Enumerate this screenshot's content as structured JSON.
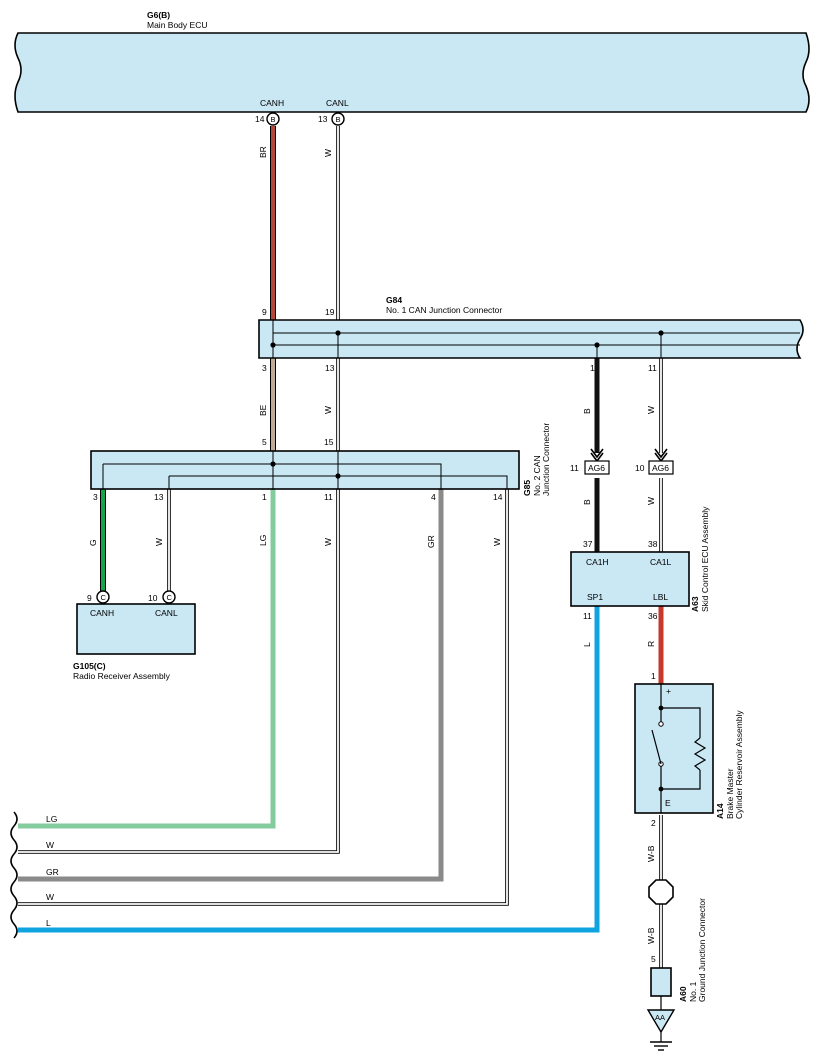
{
  "components": {
    "g6": {
      "code": "G6(B)",
      "name": "Main Body ECU",
      "pins": [
        {
          "num": "14",
          "sig": "CANH",
          "conn": "B"
        },
        {
          "num": "13",
          "sig": "CANL",
          "conn": "B"
        }
      ]
    },
    "g84": {
      "code": "G84",
      "name": "No. 1 CAN Junction Connector",
      "pins_top": [
        "9",
        "19"
      ],
      "pins_bottom": [
        "3",
        "13",
        "1",
        "11"
      ]
    },
    "g85": {
      "code": "G85",
      "name_line1": "No. 2 CAN",
      "name_line2": "Junction Connector",
      "pins_top": [
        "5",
        "15"
      ],
      "pins_bottom": [
        "3",
        "13",
        "1",
        "11",
        "4",
        "14"
      ]
    },
    "g105": {
      "code": "G105(C)",
      "name": "Radio Receiver Assembly",
      "pins": [
        {
          "num": "9",
          "sig": "CANH",
          "conn": "C"
        },
        {
          "num": "10",
          "sig": "CANL",
          "conn": "C"
        }
      ]
    },
    "a63": {
      "code": "A63",
      "name": "Skid Control ECU Assembly",
      "pins_top": [
        {
          "num": "37",
          "sig": "CA1H"
        },
        {
          "num": "38",
          "sig": "CA1L"
        }
      ],
      "pins_bottom": [
        {
          "num": "11",
          "sig": "SP1"
        },
        {
          "num": "36",
          "sig": "LBL"
        }
      ]
    },
    "a14": {
      "code": "A14",
      "name_line1": "Brake Master",
      "name_line2": "Cylinder Reservoir Assembly",
      "pin_top": "1",
      "pin_bottom": "2",
      "plus": "+",
      "e": "E"
    },
    "a60": {
      "code": "A60",
      "name_line1": "No. 1",
      "name_line2": "Ground Junction Connector",
      "pin": "5"
    },
    "ground": {
      "label": "AA"
    },
    "ag6": {
      "label": "AG6",
      "pins": [
        "11",
        "10"
      ]
    }
  },
  "wires": [
    {
      "label": "BR",
      "color": "#b5473a"
    },
    {
      "label": "W",
      "color": "#ffffff"
    },
    {
      "label": "BE",
      "color": "#bfaa94"
    },
    {
      "label": "B",
      "color": "#111111"
    },
    {
      "label": "G",
      "color": "#16a349"
    },
    {
      "label": "LG",
      "color": "#84cb9e"
    },
    {
      "label": "GR",
      "color": "#8a8a8a"
    },
    {
      "label": "L",
      "color": "#0fa3e0"
    },
    {
      "label": "R",
      "color": "#c63a2b"
    },
    {
      "label": "W-B",
      "color": "#ffffff"
    }
  ],
  "left_edge_wires": [
    "LG",
    "W",
    "GR",
    "W",
    "L"
  ]
}
